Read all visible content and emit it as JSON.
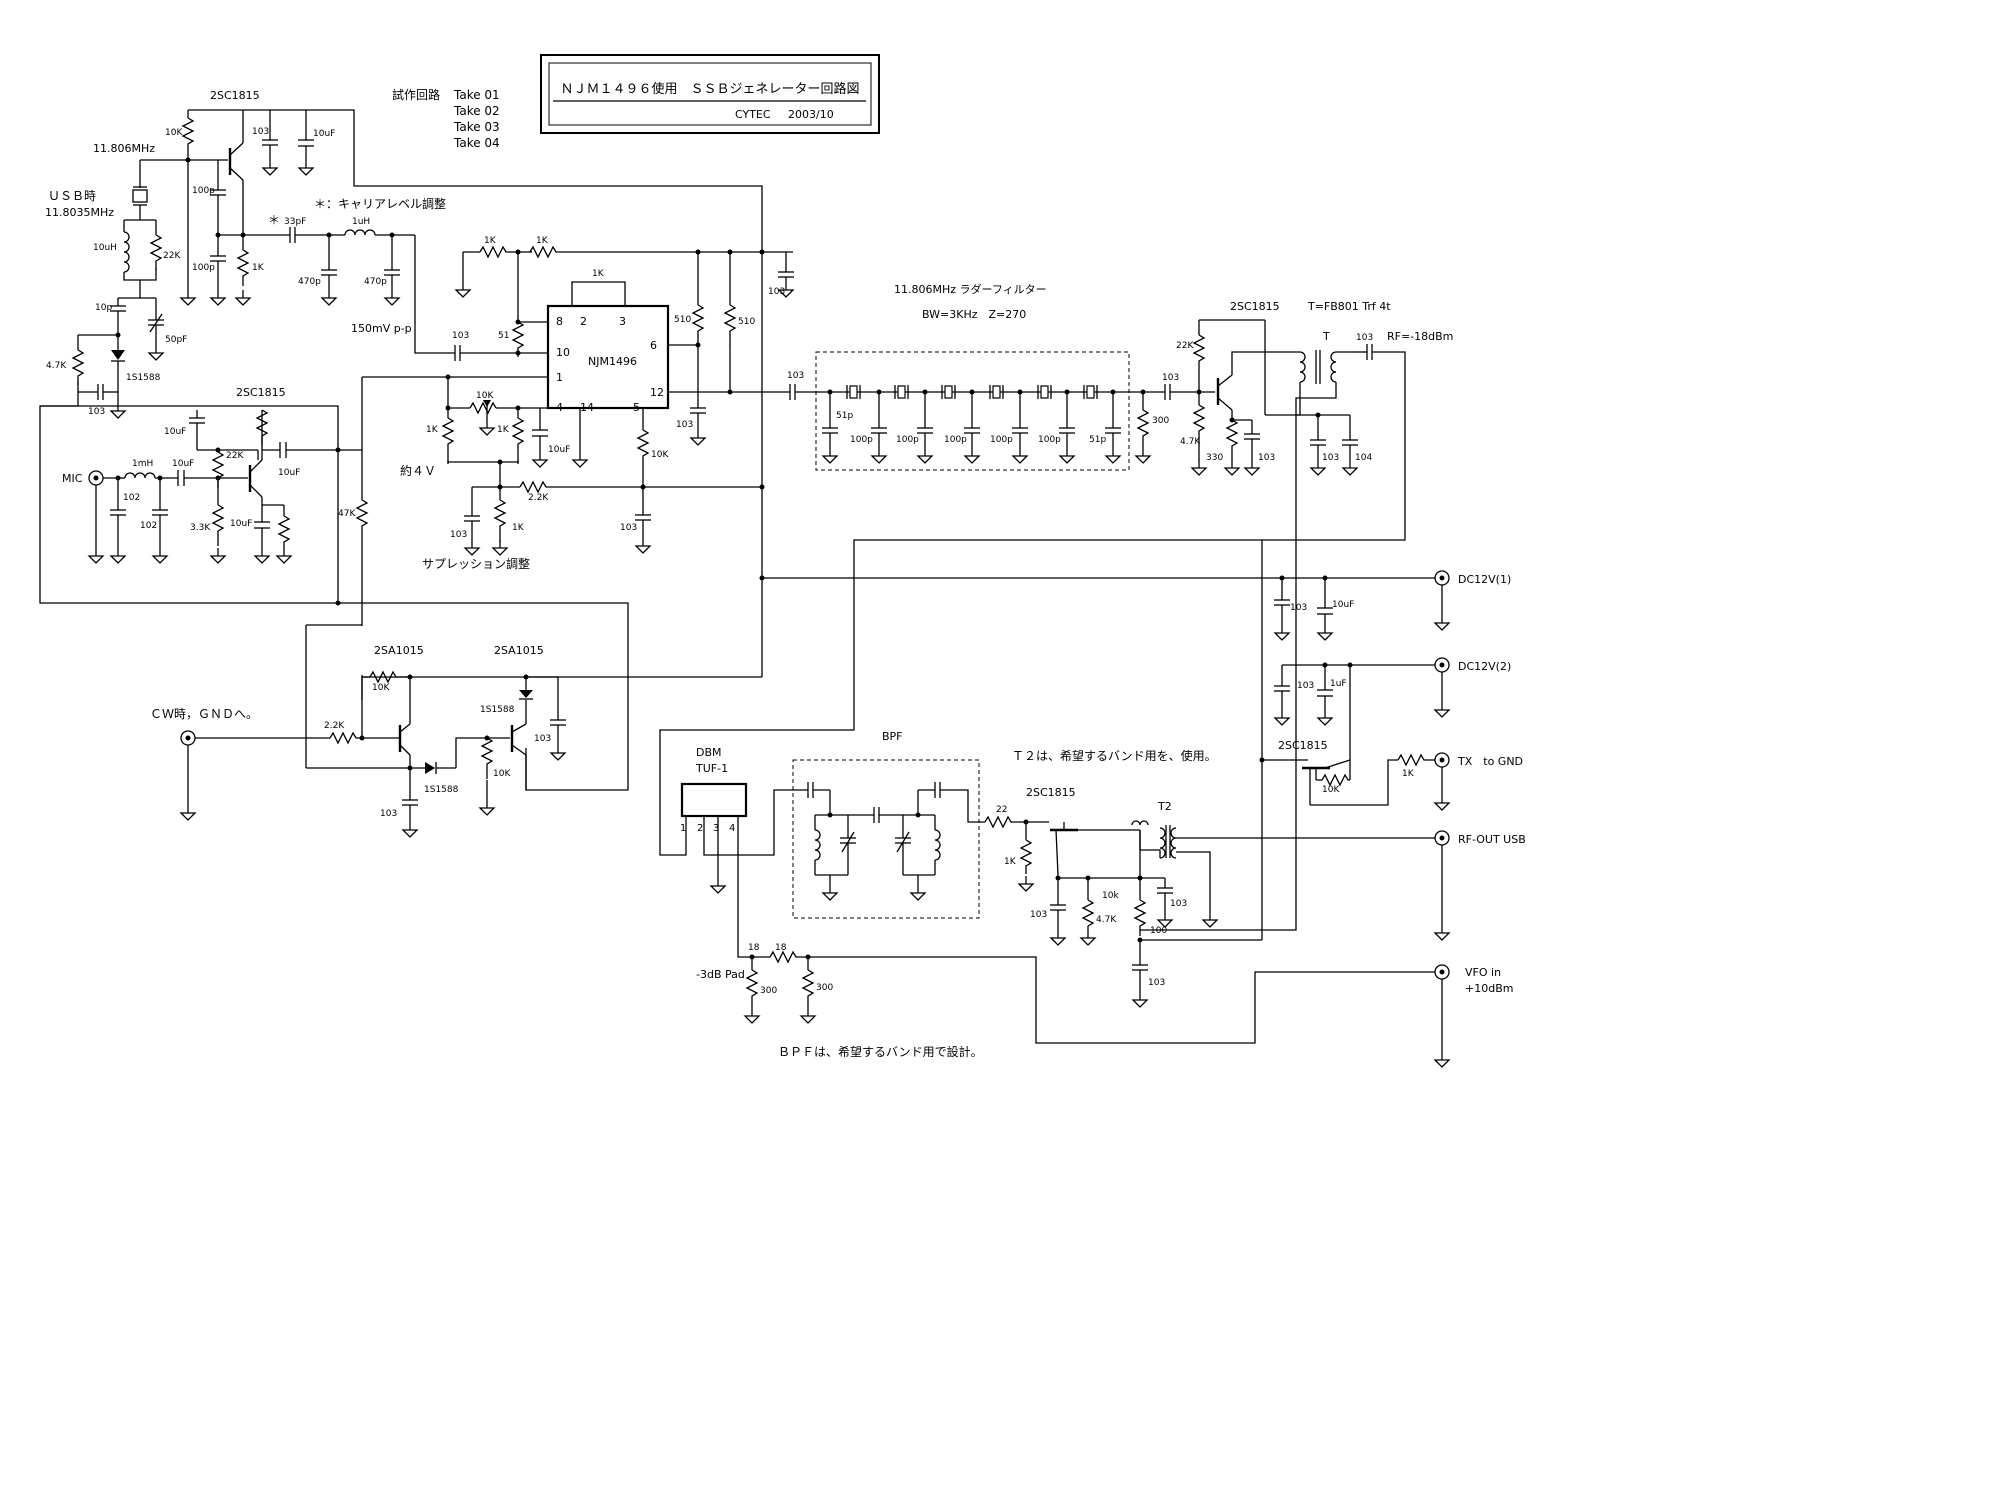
{
  "title_block": {
    "title": "ＮＪＭ１４９６使用　ＳＳＢジェネレーター回路図",
    "author": "CYTEC",
    "date": "2003/10"
  },
  "trial_notes": {
    "label": "試作回路",
    "takes": [
      "Take 01",
      "Take 02",
      "Take 03",
      "Take 04"
    ]
  },
  "notes": {
    "carrier_adjust": "＊：キャリアレベル調整",
    "suppression_adjust": "サプレッション調整",
    "voltage": "約４Ｖ",
    "level_150mv": "150mV p-p",
    "cw_mode": "ＣＷ時，ＧＮＤへ。",
    "t2_note": "Ｔ２は、希望するバンド用を、使用。",
    "bpf_note": "ＢＰＦは、希望するバンド用で設計。",
    "ladder_title": "11.806MHz ラダーフィルター",
    "ladder_spec": "BW=3KHz　Z=270",
    "trf": "T=FB801 Trf 4t",
    "rf_level": "RF=-18dBm",
    "usb_mode": "ＵＳＢ時",
    "usb_freq": "11.8035MHz",
    "osc_freq": "11.806MHz",
    "pad": "-3dB Pad",
    "star": "＊",
    "bpf": "BPF",
    "dbm": "DBM",
    "dbm_part": "TUF-1"
  },
  "ic": {
    "part": "NJM1496",
    "pins": [
      "8",
      "2",
      "3",
      "10",
      "6",
      "1",
      "12",
      "4",
      "14",
      "5"
    ]
  },
  "dbm_pins": [
    "1",
    "2",
    "3",
    "4"
  ],
  "transistors": [
    "2SC1815",
    "2SC1815",
    "2SA1015",
    "2SA1015",
    "2SC1815",
    "2SC1815",
    "2SC1815"
  ],
  "transformers": [
    "T",
    "T2"
  ],
  "ports": {
    "mic": "MIC",
    "dc1": "DC12V(1)",
    "dc2": "DC12V(2)",
    "tx": "TX　to GND",
    "rfout": "RF-OUT USB",
    "vfo": "VFO in",
    "vfo_level": "+10dBm"
  },
  "component_values": {
    "osc_r1": "10K",
    "osc_c1": "103",
    "osc_c2": "10uF",
    "osc_c3": "100p",
    "osc_c4": "100p",
    "osc_r2": "1K",
    "osc_l": "10uH",
    "osc_r3": "22K",
    "osc_c5": "10p",
    "osc_trim": "50pF",
    "osc_r4": "4.7K",
    "osc_d": "1S1588",
    "osc_c6": "103",
    "c33": "33pF",
    "l1u": "1uH",
    "c470a": "470p",
    "c470b": "470p",
    "r1k_a": "1K",
    "r1k_b": "1K",
    "r1k_c": "1K",
    "r51": "51",
    "c103_ic": "103",
    "r510a": "510",
    "r510b": "510",
    "c103_top": "103",
    "c103_out": "103",
    "pot": "10K",
    "rb1": "1K",
    "rb2": "1K",
    "c10u_ic": "10uF",
    "r10k_ic": "10K",
    "r2k2": "2.2K",
    "c103_s1": "103",
    "r1k_s": "1K",
    "c103_s2": "103",
    "mic_c1": "10uF",
    "mic_r1": "22K",
    "mic_c2": "10uF",
    "mic_l": "1mH",
    "mic_c3": "10uF",
    "mic_c4": "102",
    "mic_c5": "102",
    "mic_r2": "3.3K",
    "mic_c6": "10uF",
    "mic_r3": "47K",
    "cw_r1": "10K",
    "cw_r2": "2.2K",
    "cw_d1": "1S1588",
    "cw_d2": "1S1588",
    "cw_c1": "103",
    "cw_r3": "10K",
    "cw_c2": "103",
    "lf_c_in": "103",
    "lf_c1": "51p",
    "lf_c2": "100p",
    "lf_c3": "100p",
    "lf_c4": "100p",
    "lf_c5": "100p",
    "lf_c6": "100p",
    "lf_c7": "51p",
    "lf_r": "300",
    "amp_c_in": "103",
    "amp_r1": "22K",
    "amp_r2": "4.7K",
    "amp_r3": "330",
    "amp_c1": "103",
    "amp_c2": "103",
    "amp_c3": "104",
    "amp_c_out": "103",
    "dc1_c1": "103",
    "dc1_c2": "10uF",
    "dc2_c1": "103",
    "dc2_c2": "1uF",
    "tx_r1": "10K",
    "tx_r2": "1K",
    "fin_r1": "22",
    "fin_r2": "1K",
    "fin_c1": "103",
    "fin_r3": "10k",
    "fin_r4": "4.7K",
    "fin_c2": "103",
    "fin_r5": "100",
    "fin_c3": "103",
    "pad_r1": "18",
    "pad_r2": "300",
    "pad_r3": "300"
  }
}
